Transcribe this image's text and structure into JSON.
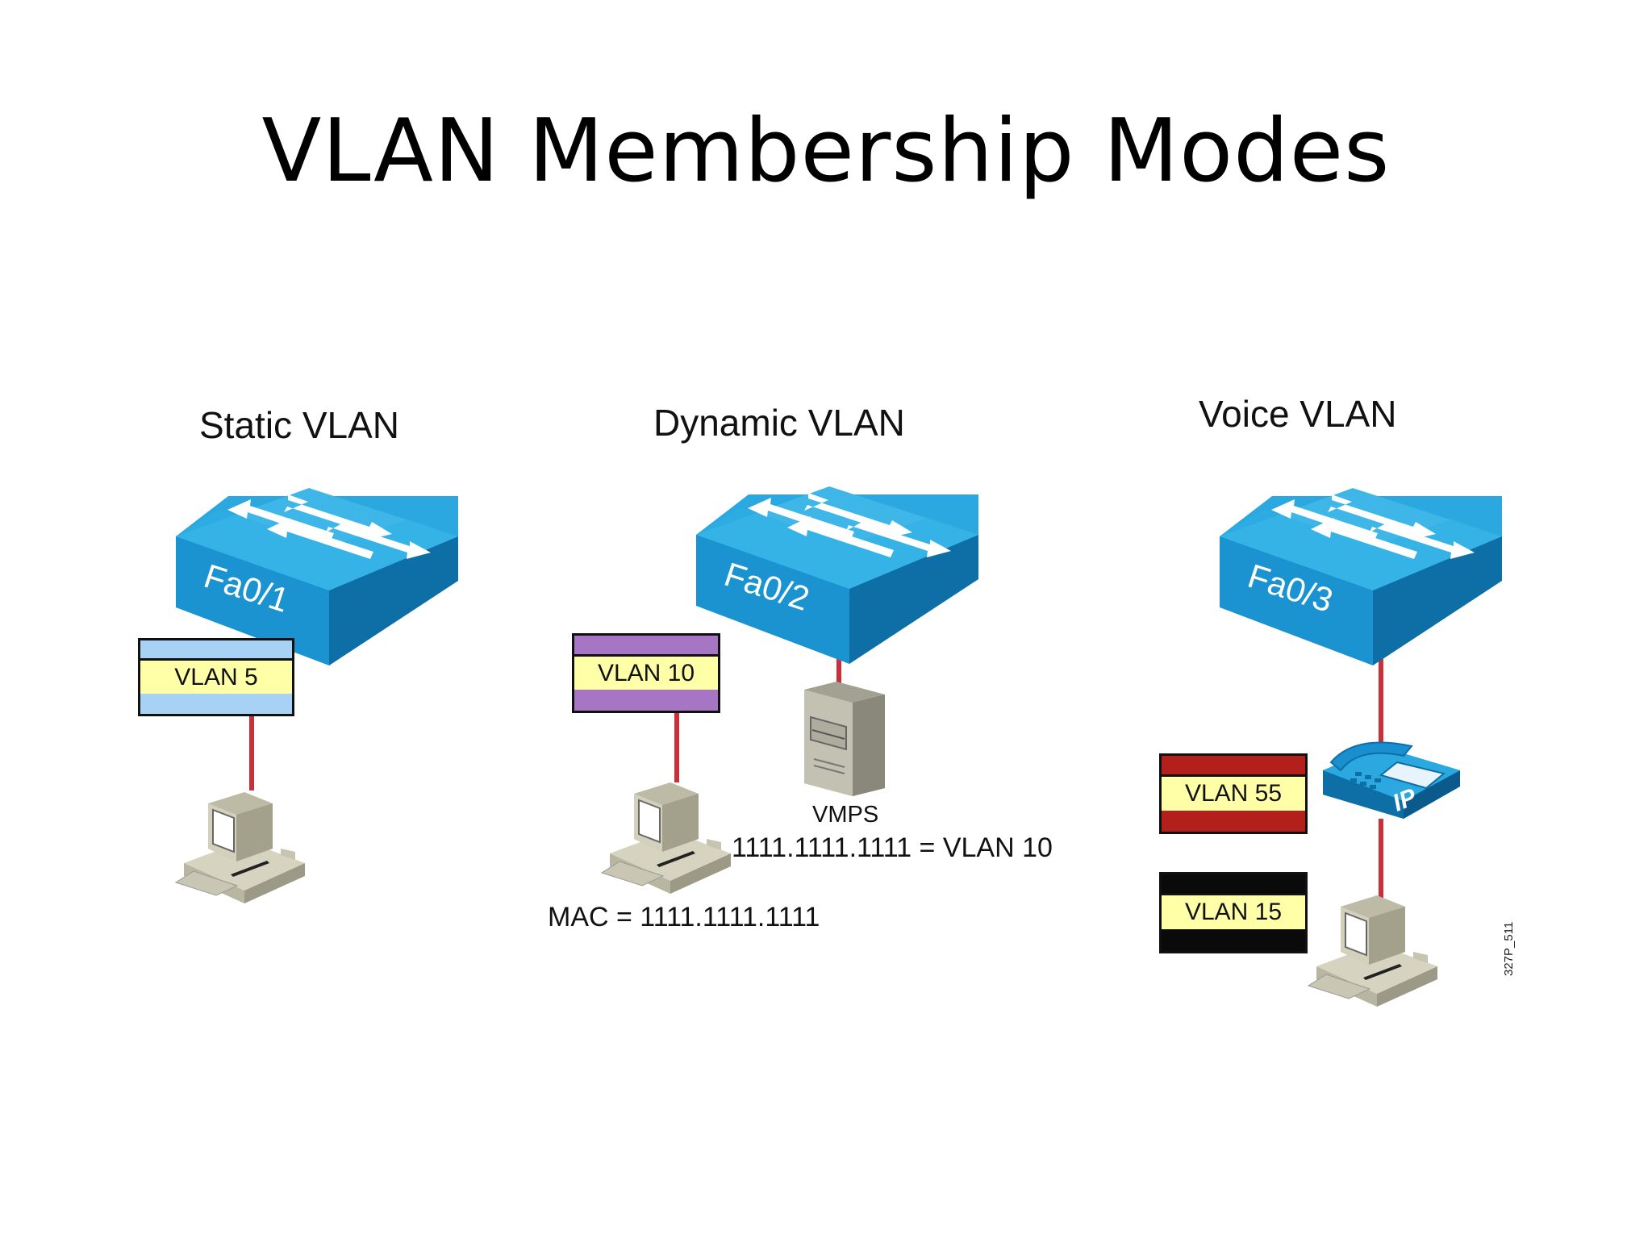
{
  "title": "VLAN Membership Modes",
  "sections": {
    "static": {
      "title": "Static VLAN",
      "port": "Fa0/1",
      "tag": "VLAN 5"
    },
    "dynamic": {
      "title": "Dynamic VLAN",
      "port": "Fa0/2",
      "tag": "VLAN 10",
      "server_label": "VMPS",
      "mapping": "1111.1111.1111 = VLAN 10",
      "mac_label": "MAC = 1111.1111.1111"
    },
    "voice": {
      "title": "Voice VLAN",
      "port": "Fa0/3",
      "tag_voice": "VLAN 55",
      "tag_data": "VLAN 15",
      "phone_label": "IP"
    }
  },
  "figure_id": "327P_511",
  "colors": {
    "switch_top": "#29a9e0",
    "switch_front": "#1690cc",
    "switch_side": "#0d6aa0",
    "link": "#c8303a",
    "vlan5_band": "#a7d2f5",
    "vlan10_band": "#a675c4",
    "vlan55_band": "#b3201c",
    "vlan15_band": "#0a0a0a",
    "tag_center": "#ffffa8"
  },
  "icons": [
    "switch-icon",
    "pc-icon",
    "server-icon",
    "ip-phone-icon"
  ]
}
